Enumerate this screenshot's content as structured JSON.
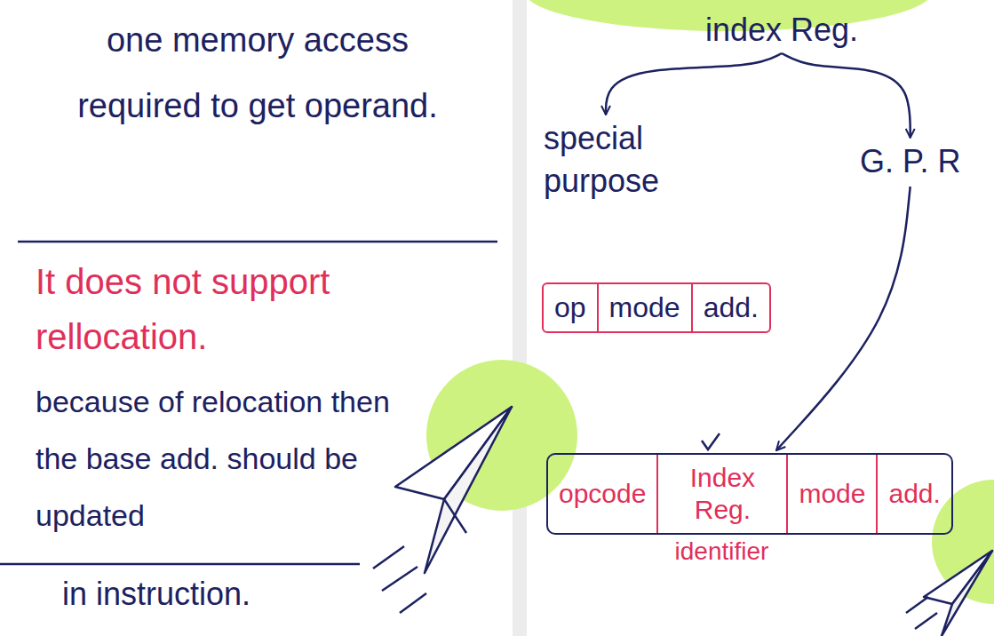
{
  "diagram": {
    "nodes": [
      {
        "text": [
          "index Reg."
        ]
      },
      {
        "text": [
          "special purpose"
        ]
      },
      {
        "text": [
          "G. P. R"
        ]
      },
      {
        "text": [
          "op",
          "mode",
          "add."
        ]
      },
      {
        "text": [
          "opcode",
          "Index Reg.",
          "mode",
          "add."
        ]
      }
    ],
    "edges": [
      {
        "from": 0,
        "to": 1,
        "arrow": "to"
      },
      {
        "from": 0,
        "to": 2,
        "arrow": "to"
      },
      {
        "from": 2,
        "to": 4,
        "arrow": "to"
      }
    ],
    "labels": [
      "one memory access required to get operand.",
      "It does not support rellocation.",
      "because of relocation then the base add. should be updated",
      "in instruction.",
      "identifier"
    ]
  }
}
